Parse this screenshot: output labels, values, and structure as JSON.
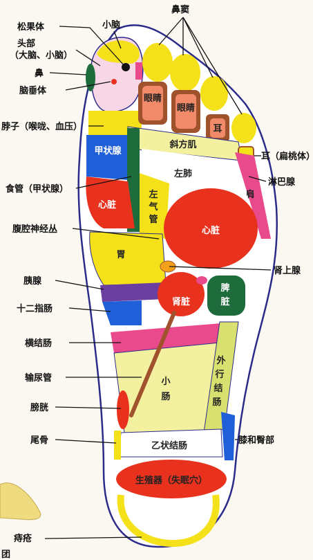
{
  "labels": {
    "pineal": "松果体",
    "cerebellum": "小脑",
    "sinus": "鼻窦",
    "head_line1": "头部",
    "head_line2": "（大脑、小脑）",
    "nose": "鼻",
    "pituitary": "脑垂体",
    "neck": "脖子（喉咙、血压）",
    "ear_tonsil": "耳（扁桃体）",
    "esophagus": "食管（甲状腺）",
    "lymph": "淋巴腺",
    "celiac": "腹腔神经丛",
    "adrenal": "肾上腺",
    "pancreas": "胰腺",
    "duodenum": "十二指肠",
    "transverse_colon": "横结肠",
    "ureter": "输尿管",
    "bladder": "膀胱",
    "knee_hip": "膝和臀部",
    "coccyx": "尾骨",
    "hemorrhoids": "痔疮",
    "corner": "团"
  },
  "zones": {
    "eye1": "眼睛",
    "eye2": "眼睛",
    "ear_small": "耳",
    "trapezius": "斜方肌",
    "thyroid": "甲状腺",
    "left_lung": "左肺",
    "shoulder": "肩",
    "heart_small": "心脏",
    "left_ureter": "左气管",
    "heart_big": "心脏",
    "stomach": "胃",
    "kidney": "肾脏",
    "spleen": "脾脏",
    "small_intestine": "小肠",
    "descending_colon": "外行结肠",
    "sigmoid_colon": "乙状结肠",
    "genitals": "生殖器（失眠穴）"
  },
  "colors": {
    "foot_outline": "#2b2b8a",
    "yellow": "#f4e11a",
    "red": "#e8321e",
    "pink": "#e84a8c",
    "brown": "#a0522d",
    "green": "#1e6b3c",
    "blue": "#1f5fd8",
    "purple": "#6a3fa0",
    "light_yellow": "#f3f0a0",
    "light_pink": "#f7d6e6"
  }
}
